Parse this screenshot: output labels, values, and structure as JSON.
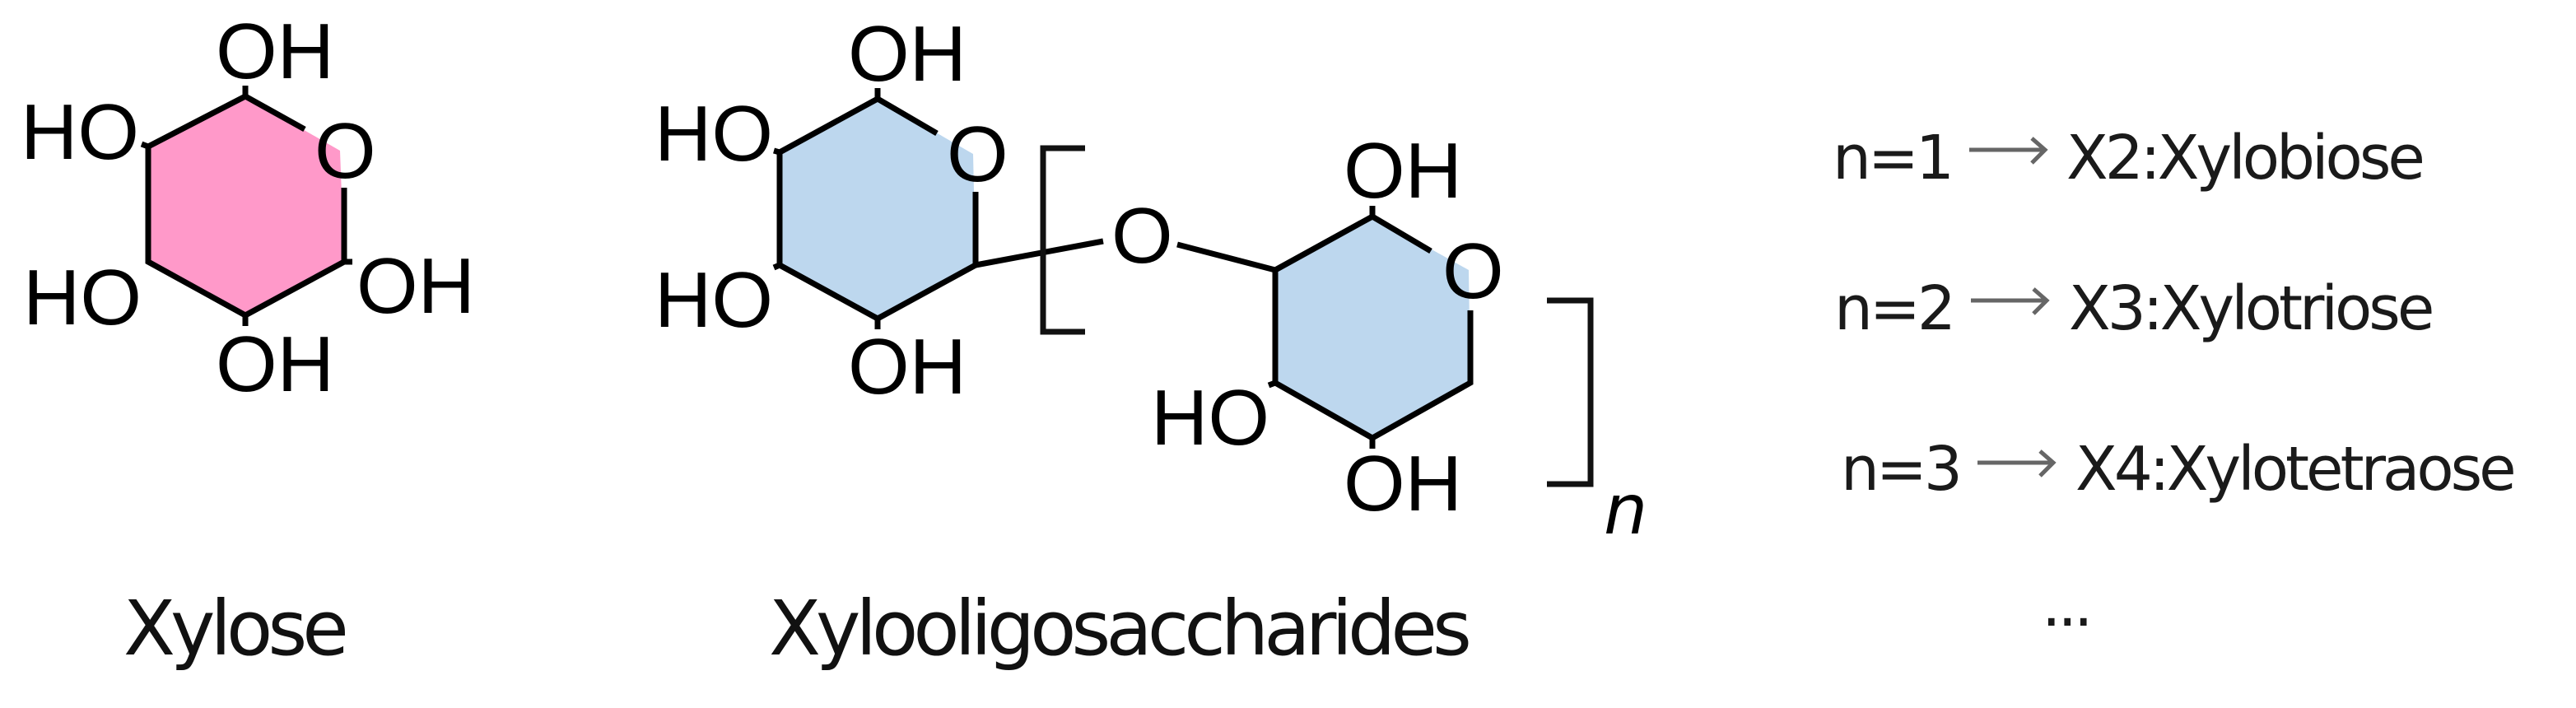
{
  "figure": {
    "xylose": {
      "caption": "Xylose",
      "ring_color": "#FF99C9",
      "ring_oxygen": "O",
      "substituents": {
        "top": "OH",
        "upper_left": "HO",
        "lower_left": "HO",
        "lower_right": "OH",
        "bottom": "OH"
      }
    },
    "xos": {
      "caption": "Xylooligosaccharides",
      "ring_color": "#BDD7EE",
      "ring1": {
        "ring_oxygen": "O",
        "top": "OH",
        "upper_left": "HO",
        "lower_left": "HO",
        "bottom": "OH"
      },
      "linker_oxygen": "O",
      "ring2": {
        "ring_oxygen": "O",
        "top": "OH",
        "lower_left": "HO",
        "bottom": "OH"
      },
      "repeat_subscript": "n"
    },
    "series": [
      {
        "n_label": "n=1",
        "arrow": "→",
        "product": "X2:Xylobiose"
      },
      {
        "n_label": "n=2",
        "arrow": "→",
        "product": "X3:Xylotriose"
      },
      {
        "n_label": "n=3",
        "arrow": "→",
        "product": "X4:Xylotetraose"
      }
    ],
    "series_more": "..."
  }
}
